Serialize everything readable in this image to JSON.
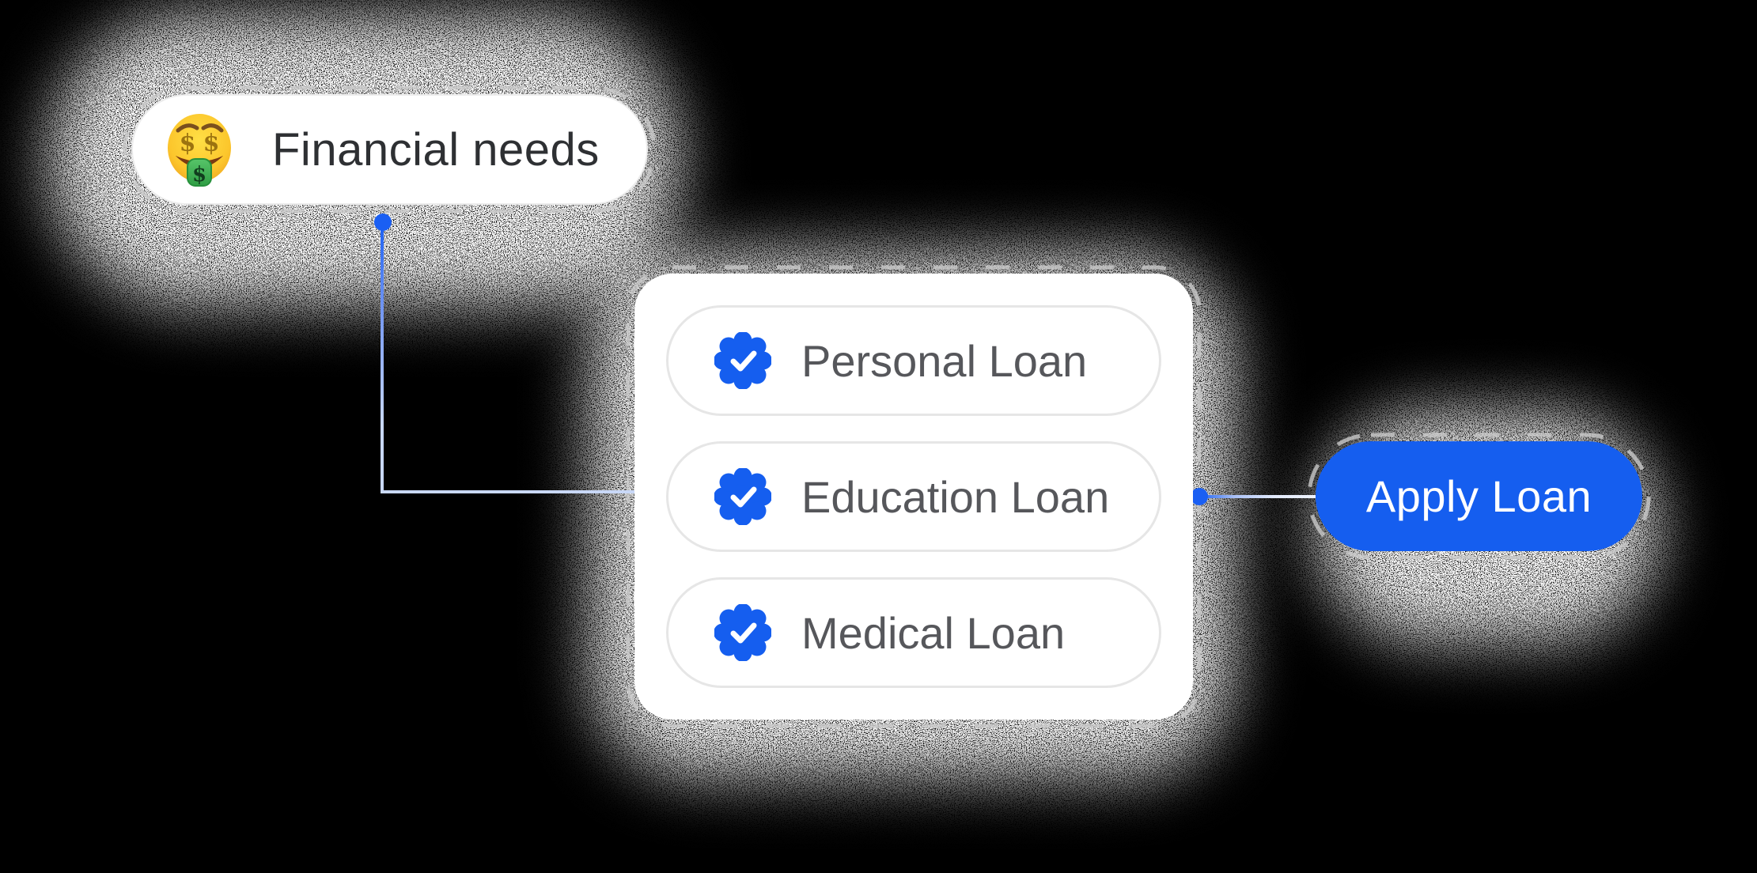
{
  "scene": {
    "background": "#000000",
    "style": "grainy noise halo illustration"
  },
  "financial_pill": {
    "label": "Financial needs",
    "icon": "money-mouth-face-emoji"
  },
  "loan_card": {
    "items": [
      {
        "label": "Personal Loan",
        "icon": "verified-badge"
      },
      {
        "label": "Education Loan",
        "icon": "verified-badge"
      },
      {
        "label": "Medical Loan",
        "icon": "verified-badge"
      }
    ]
  },
  "apply_button": {
    "label": "Apply Loan"
  },
  "connectors": {
    "count": 2,
    "dot_color": "#1A5FF3",
    "line_light_color": "#C9D8F7"
  },
  "colors": {
    "accent_blue": "#155EEF",
    "card_bg": "#FFFFFF",
    "row_border": "#E6E6E6",
    "row_text": "#56575B",
    "pill_text": "#2E3033",
    "dash_gray": "#C9C9C9"
  }
}
